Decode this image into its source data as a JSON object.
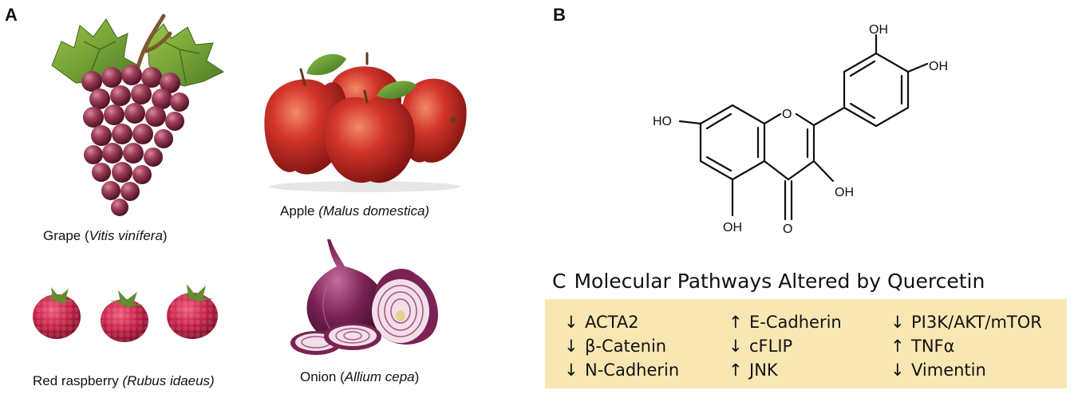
{
  "panels": {
    "a_label": "A",
    "b_label": "B"
  },
  "panel_a": {
    "grape": {
      "common": "Grape (",
      "latin": "Vitis vinífera",
      "close": ")"
    },
    "apple": {
      "common": "Apple ",
      "latin": "(Malus domestica)",
      "close": ""
    },
    "raspberry": {
      "common": "Red raspberry ",
      "latin": "(Rubus idaeus)",
      "close": ""
    },
    "onion": {
      "common": "Onion (",
      "latin": "Allium cepa",
      "close": ")"
    }
  },
  "panel_b": {
    "atoms": {
      "oh_top": "OH",
      "oh_right": "OH",
      "ho_left": "HO",
      "ring_o": "O",
      "oh_c3": "OH",
      "oh_c5": "OH",
      "o_carbonyl": "O"
    }
  },
  "panel_c": {
    "letter": "C",
    "title": "Molecular Pathways Altered by Quercetin",
    "box_color": "#f9e7b3",
    "columns": [
      [
        {
          "arrow": "↓",
          "label": "ACTA2"
        },
        {
          "arrow": "↓",
          "label": "β-Catenin"
        },
        {
          "arrow": "↓",
          "label": "N-Cadherin"
        }
      ],
      [
        {
          "arrow": "↑",
          "label": "E-Cadherin"
        },
        {
          "arrow": "↓",
          "label": "cFLIP"
        },
        {
          "arrow": "↑",
          "label": "JNK"
        }
      ],
      [
        {
          "arrow": "↓",
          "label": "PI3K/AKT/mTOR"
        },
        {
          "arrow": "↑",
          "label": "TNFα"
        },
        {
          "arrow": "↓",
          "label": "Vimentin"
        }
      ]
    ]
  }
}
